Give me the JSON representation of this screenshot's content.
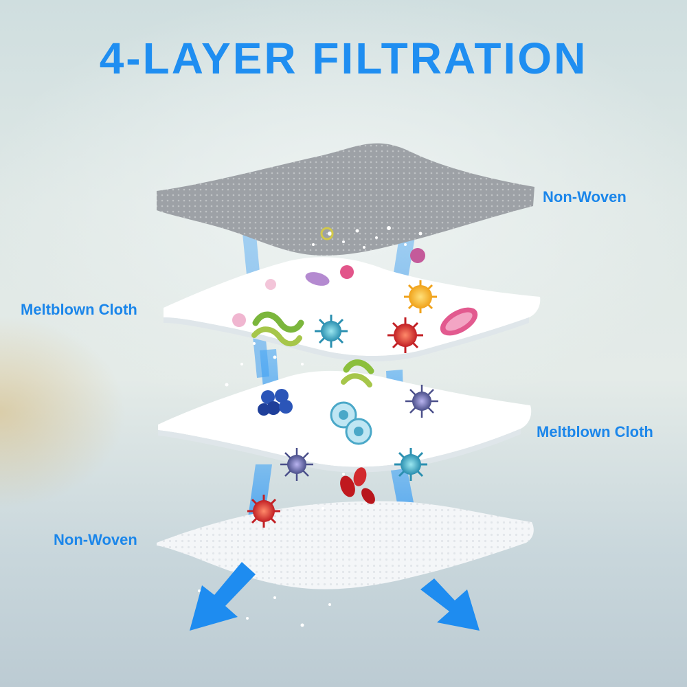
{
  "title": "4-LAYER FILTRATION",
  "layers": [
    {
      "label": "Non-Woven"
    },
    {
      "label": "Meltblown Cloth"
    },
    {
      "label": "Meltblown Cloth"
    },
    {
      "label": "Non-Woven"
    }
  ],
  "colors": {
    "accent": "#1f8ef1",
    "arrow": "#1e8cf0",
    "layer_top": "#9fa3a7",
    "layer_white": "#ffffff"
  },
  "icons": [
    "germ-icon",
    "bacteria-icon",
    "virus-icon",
    "cell-icon",
    "blood-cell-icon",
    "down-arrow-icon"
  ]
}
